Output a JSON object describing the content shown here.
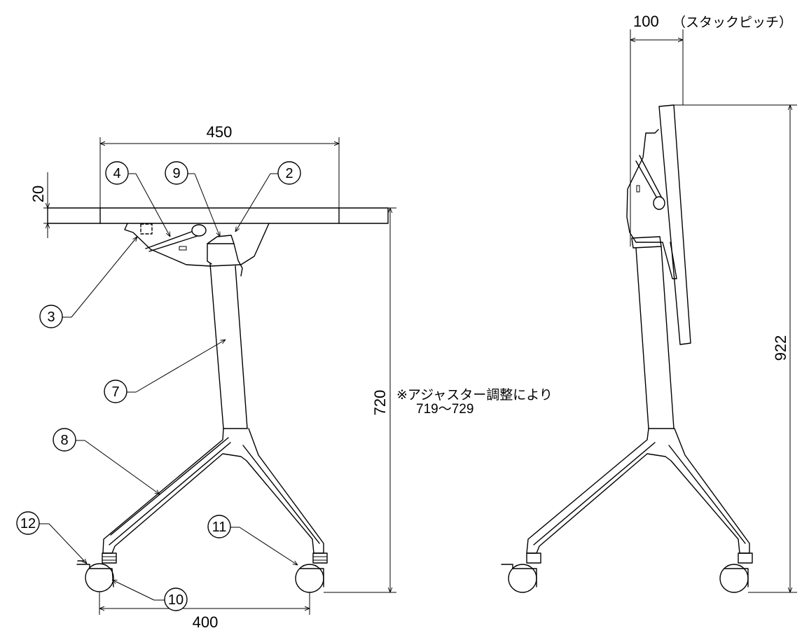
{
  "dimensions": {
    "table_depth": "450",
    "top_thickness": "20",
    "height": "720",
    "caster_span": "400",
    "stack_pitch": "100",
    "stack_pitch_note": "（スタックピッチ）",
    "folded_height": "922"
  },
  "note": {
    "line1": "※アジャスター調整により",
    "line2": "719〜729"
  },
  "callouts": [
    "2",
    "3",
    "4",
    "7",
    "8",
    "9",
    "10",
    "11",
    "12"
  ]
}
